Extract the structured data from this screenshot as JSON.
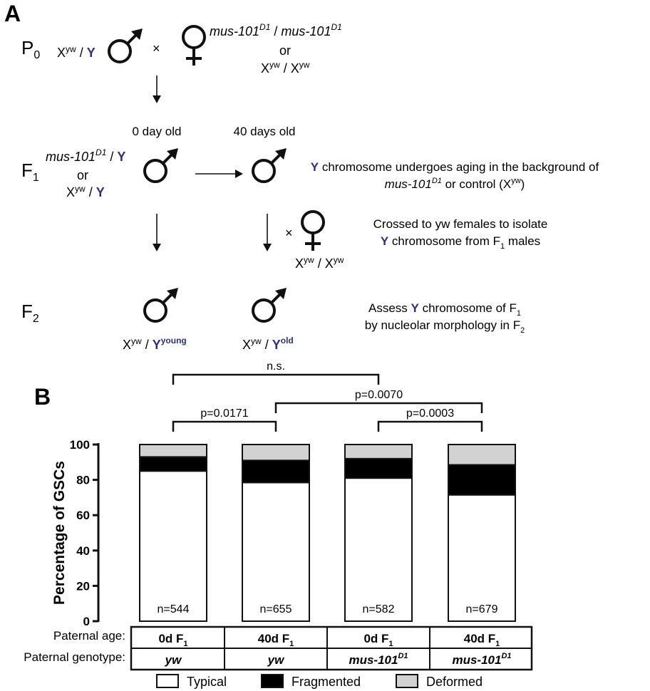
{
  "panel_a": {
    "label": "A",
    "gen_p": "P",
    "gen_p_sub": "0",
    "gen_f1": "F",
    "gen_f1_sub": "1",
    "gen_f2": "F",
    "gen_f2_sub": "2",
    "x_letter": "X",
    "yw_sup": "yw",
    "slash": "/",
    "y_letter": "Y",
    "cross_symbol": "×",
    "or_word": "or",
    "mus_gene": "mus-101",
    "mus_allele": "D1",
    "age_0": "0 day old",
    "age_40": "40 days old",
    "note_aging_1": " chromosome undergoes aging in the background of",
    "note_aging_2a": " or control (X",
    "note_aging_2b": ")",
    "note_cross_1": "Crossed to yw females to isolate",
    "note_cross_2a": " chromosome from F",
    "note_cross_2b": " males",
    "note_assess_1a": "Assess ",
    "note_assess_1b": " chromosome of F",
    "note_assess_2a": "by nucleolar morphology in F",
    "sub_1": "1",
    "sub_2": "2",
    "young_sup": "young",
    "old_sup": "old",
    "y_color": "#2b2f8c"
  },
  "panel_b": {
    "label": "B",
    "row1_label": "Paternal age:",
    "row2_label": "Paternal genotype:",
    "genotype_sup": "D1",
    "age_sub": "1"
  },
  "chart_data": {
    "type": "bar",
    "stacked": true,
    "ylabel": "Percentage of GSCs",
    "ylim": [
      0,
      100
    ],
    "yticks": [
      0,
      20,
      40,
      60,
      80,
      100
    ],
    "categories": [
      "0d F1 yw",
      "40d F1 yw",
      "0d F1 mus-101D1",
      "40d F1 mus-101D1"
    ],
    "category_age": [
      "0d F",
      "40d F",
      "0d F",
      "40d F"
    ],
    "category_genotype": [
      "yw",
      "yw",
      "mus-101",
      "mus-101"
    ],
    "n_labels": [
      "n=544",
      "n=655",
      "n=582",
      "n=679"
    ],
    "series": [
      {
        "name": "Typical",
        "color": "#ffffff",
        "values": [
          85,
          78.5,
          81,
          71.5
        ]
      },
      {
        "name": "Fragmented",
        "color": "#000000",
        "values": [
          8,
          12.5,
          11,
          17
        ]
      },
      {
        "name": "Deformed",
        "color": "#d2d2d2",
        "values": [
          7,
          9,
          8,
          11.5
        ]
      }
    ],
    "significance": [
      {
        "from": 0,
        "to": 2,
        "label": "n.s."
      },
      {
        "from": 1,
        "to": 3,
        "label": "p=0.0070"
      },
      {
        "from": 0,
        "to": 1,
        "label": "p=0.0171"
      },
      {
        "from": 2,
        "to": 3,
        "label": "p=0.0003"
      }
    ],
    "legend_placement": "bottom"
  }
}
